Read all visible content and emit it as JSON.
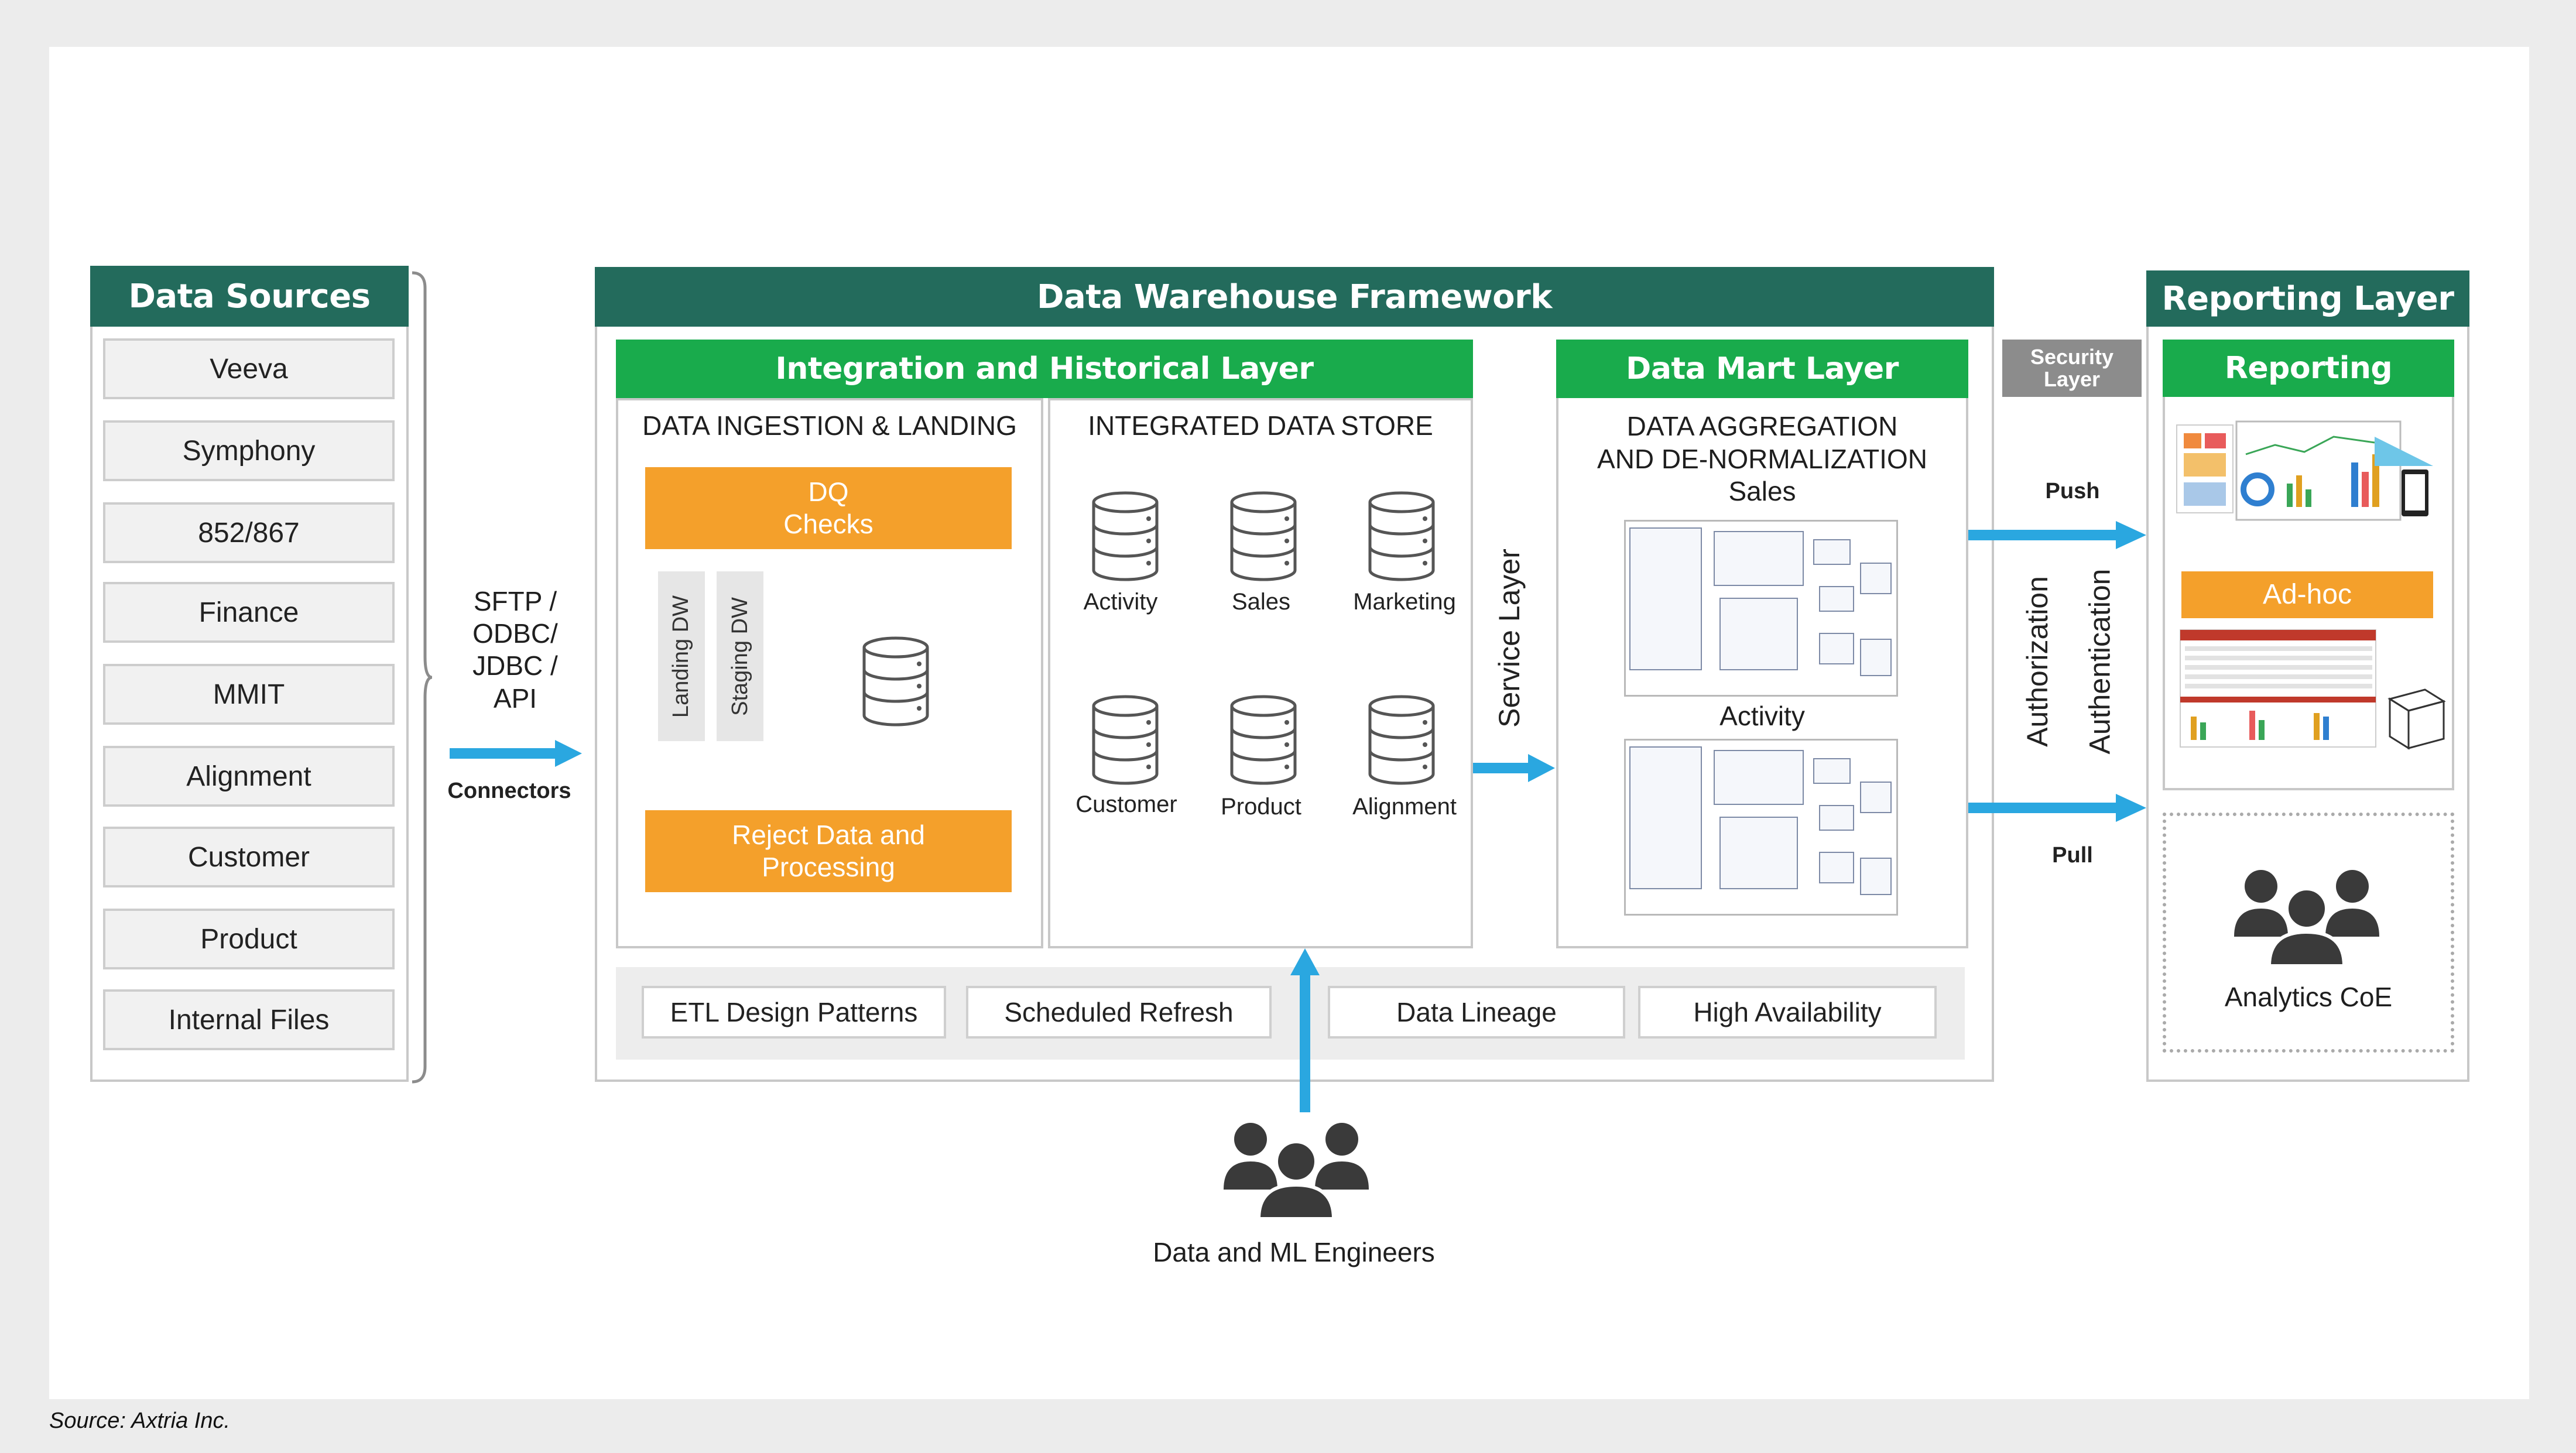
{
  "data_sources": {
    "title": "Data Sources",
    "items": [
      "Veeva",
      "Symphony",
      "852/867",
      "Finance",
      "MMIT",
      "Alignment",
      "Customer",
      "Product",
      "Internal Files"
    ]
  },
  "connectors": {
    "protocols": "SFTP /\nODBC/\nJDBC /\nAPI",
    "label": "Connectors"
  },
  "framework": {
    "title": "Data Warehouse Framework",
    "integration": {
      "title": "Integration and Historical Layer",
      "ingestion_title": "DATA INGESTION & LANDING",
      "dq_checks": "DQ\nChecks",
      "landing_dw": "Landing DW",
      "staging_dw": "Staging DW",
      "reject": "Reject Data and\nProcessing",
      "store_title": "INTEGRATED DATA STORE",
      "stores": [
        "Activity",
        "Sales",
        "Marketing",
        "Customer",
        "Product",
        "Alignment"
      ]
    },
    "service_layer": "Service Layer",
    "data_mart": {
      "title": "Data Mart Layer",
      "subtitle": "DATA AGGREGATION\nAND DE-NORMALIZATION",
      "sales": "Sales",
      "activity": "Activity"
    },
    "features": [
      "ETL Design Patterns",
      "Scheduled Refresh",
      "Data Lineage",
      "High Availability"
    ]
  },
  "security": {
    "title": "Security\nLayer",
    "authorization": "Authorization",
    "authentication": "Authentication",
    "push": "Push",
    "pull": "Pull"
  },
  "reporting": {
    "title": "Reporting Layer",
    "sub_title": "Reporting",
    "adhoc": "Ad-hoc",
    "coe": "Analytics CoE"
  },
  "engineers": "Data and ML Engineers",
  "source": "Source: Axtria Inc.",
  "colors": {
    "dark_green": "#236b5c",
    "green": "#19ab4c",
    "orange": "#f4a02b",
    "arrow_blue": "#2aa7e0",
    "gray": "#8c8c8c"
  },
  "icons": [
    "database-icon",
    "people-icon",
    "brace-icon",
    "cube-icon",
    "dashboard-thumbnail",
    "spreadsheet-thumbnail",
    "er-diagram-thumbnail"
  ]
}
